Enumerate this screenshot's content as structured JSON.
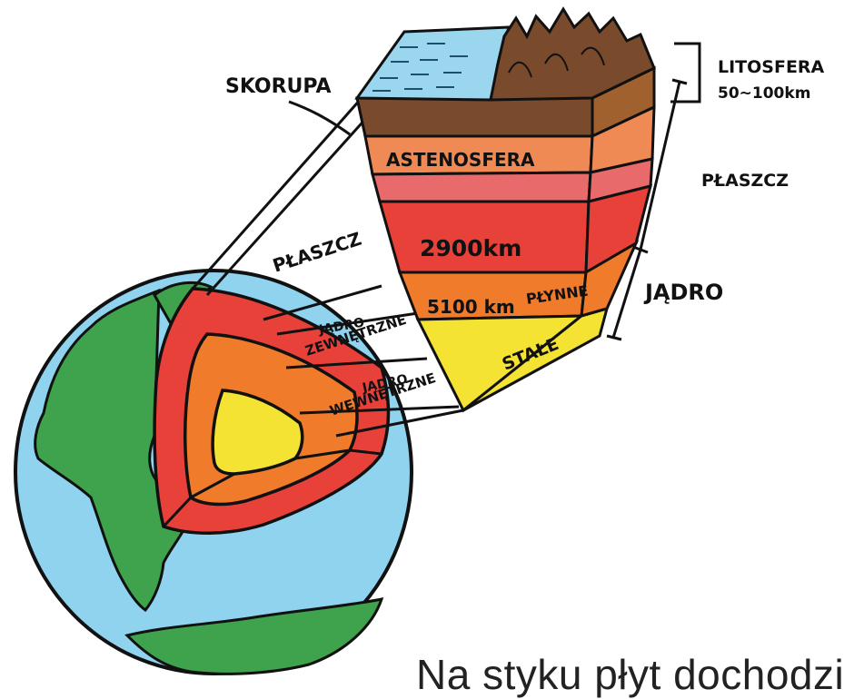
{
  "labels": {
    "skorupa": "SKORUPA",
    "litosfera": "LITOSFERA",
    "litosfera_depth": "50~100km",
    "astenosfera": "ASTENOSFERA",
    "plaszcz_inner": "PŁASZCZ",
    "plaszcz_right": "PŁASZCZ",
    "depth_2900": "2900km",
    "depth_5100": "5100 km",
    "plynne": "PŁYNNE",
    "stale": "STAŁE",
    "jadro_right": "JĄDRO",
    "jadro_zew_1": "JĄDRO",
    "jadro_zew_2": "ZEWNĘTRZNE",
    "jadro_wew_1": "JĄDRO",
    "jadro_wew_2": "WEWNĘTRZNE"
  },
  "caption": "Na styku płyt dochodzi",
  "colors": {
    "ocean": "#8fd3ee",
    "land": "#3fa34d",
    "crust_water": "#9ad6ee",
    "crust_rock": "#7a4a2c",
    "lithosphere": "#a0612f",
    "asthenosphere": "#f08a55",
    "mantle_pink": "#e96a6a",
    "mantle_red": "#e8413a",
    "outer_core": "#f07b2a",
    "inner_core": "#f4e332"
  }
}
